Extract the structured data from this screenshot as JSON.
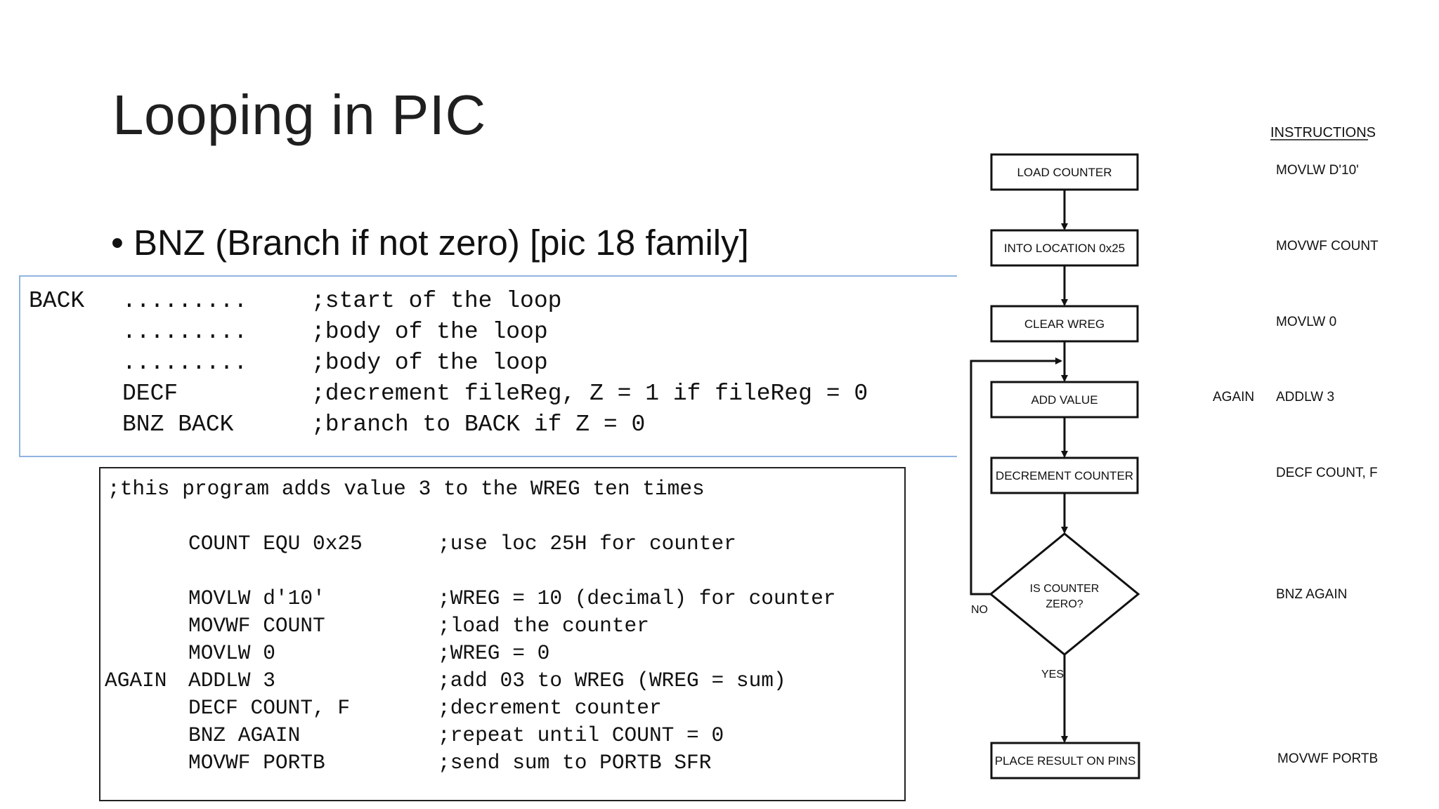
{
  "slide": {
    "title": "Looping in PIC",
    "bullet": "BNZ (Branch  if not zero) [pic 18 family]"
  },
  "code_box_1": {
    "lines": [
      {
        "label": "BACK",
        "instr": ".........",
        "comment": ";start of the loop"
      },
      {
        "label": "",
        "instr": ".........",
        "comment": ";body of the loop"
      },
      {
        "label": "",
        "instr": ".........",
        "comment": ";body of the loop"
      },
      {
        "label": "",
        "instr": "DECF",
        "comment": ";decrement fileReg, Z = 1 if fileReg = 0"
      },
      {
        "label": "",
        "instr": "BNZ BACK",
        "comment": ";branch to BACK if Z = 0"
      }
    ]
  },
  "code_box_2": {
    "header_comment": ";this program adds value 3 to the WREG ten times",
    "equ": {
      "instr": "COUNT EQU 0x25",
      "comment": ";use loc 25H for counter"
    },
    "lines": [
      {
        "label": "",
        "instr": "MOVLW d'10'",
        "comment": ";WREG = 10 (decimal) for counter"
      },
      {
        "label": "",
        "instr": "MOVWF COUNT",
        "comment": ";load the counter"
      },
      {
        "label": "",
        "instr": "MOVLW 0",
        "comment": ";WREG = 0"
      },
      {
        "label": "AGAIN",
        "instr": "ADDLW 3",
        "comment": ";add 03 to WREG (WREG = sum)"
      },
      {
        "label": "",
        "instr": "DECF COUNT, F",
        "comment": ";decrement counter"
      },
      {
        "label": "",
        "instr": "BNZ AGAIN",
        "comment": ";repeat until COUNT = 0"
      },
      {
        "label": "",
        "instr": "MOVWF PORTB",
        "comment": ";send sum to PORTB SFR"
      }
    ]
  },
  "flowchart": {
    "instructions_header": "INSTRUCTIONS",
    "steps": [
      {
        "box": "LOAD COUNTER",
        "instruction": "MOVLW D'10'"
      },
      {
        "box": "INTO LOCATION 0x25",
        "instruction": "MOVWF COUNT"
      },
      {
        "box": "CLEAR WREG",
        "instruction": "MOVLW 0"
      },
      {
        "box": "ADD VALUE",
        "instruction": "ADDLW 3",
        "label": "AGAIN"
      },
      {
        "box": "DECREMENT COUNTER",
        "instruction": "DECF COUNT, F"
      }
    ],
    "decision": {
      "line1": "IS COUNTER",
      "line2": "ZERO?",
      "instruction": "BNZ AGAIN",
      "no_label": "NO",
      "yes_label": "YES"
    },
    "final": {
      "box": "PLACE RESULT ON PINS",
      "instruction": "MOVWF PORTB"
    }
  }
}
